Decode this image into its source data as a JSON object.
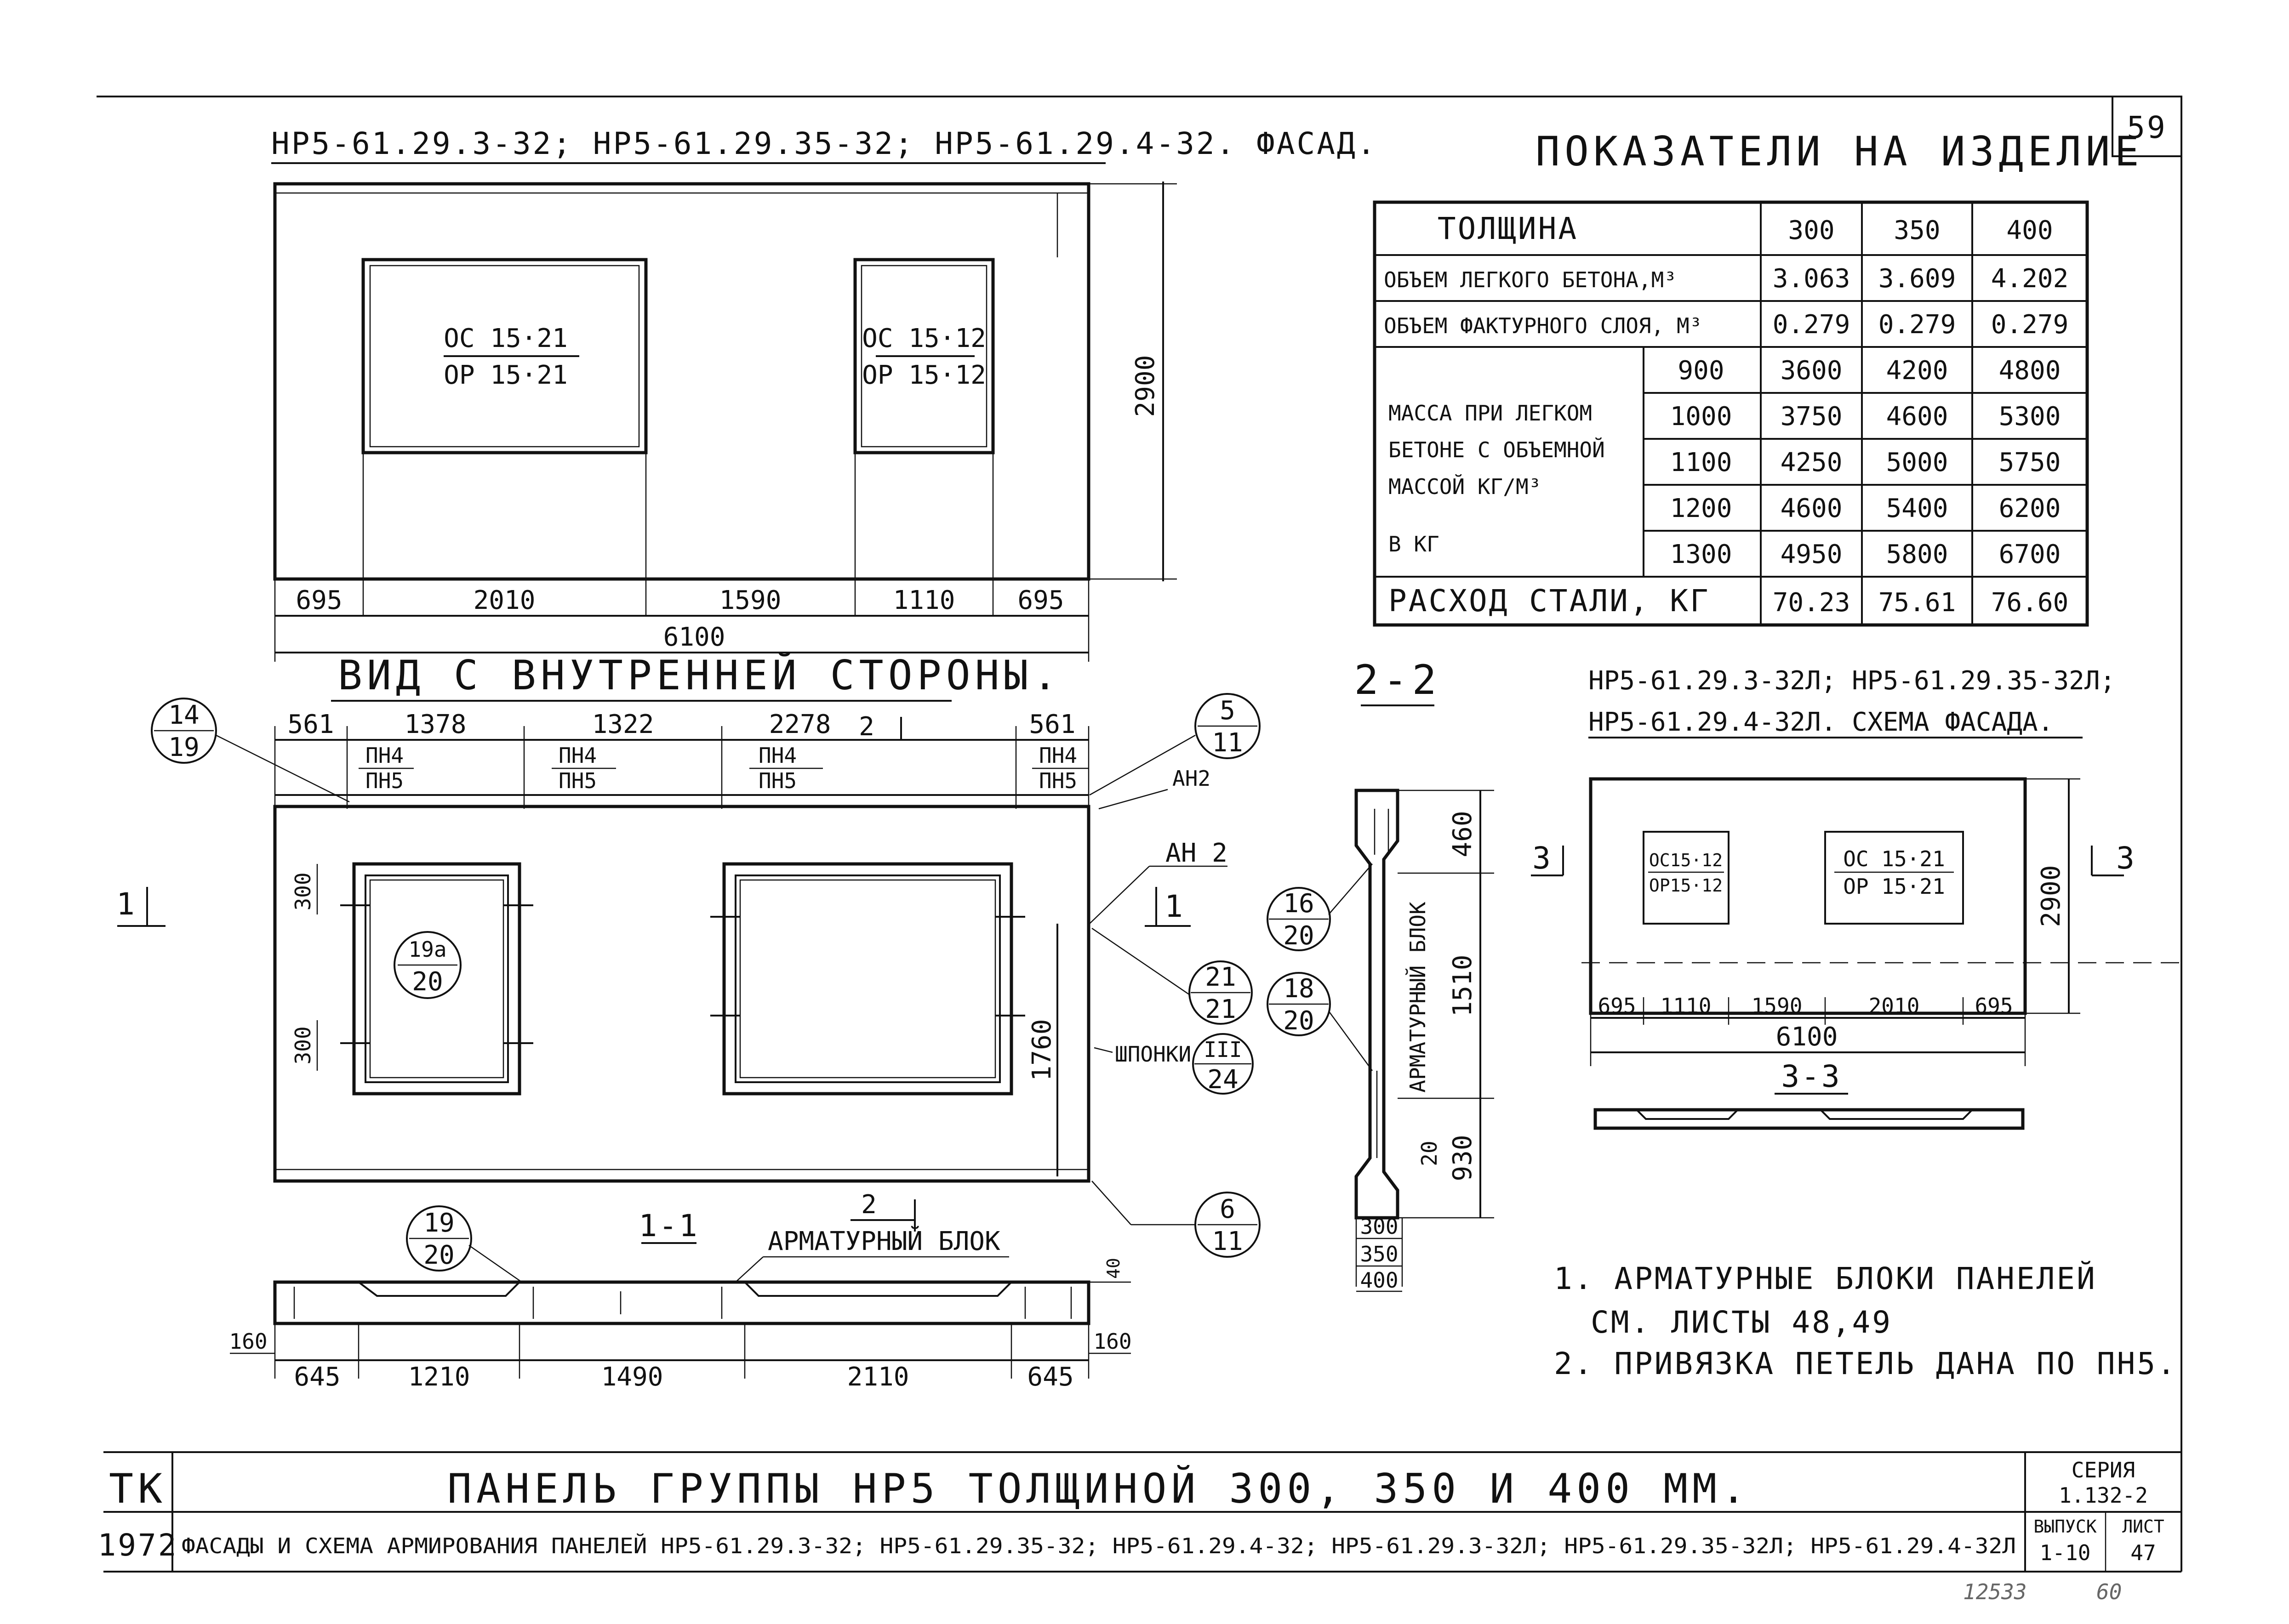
{
  "sheet_number": "59",
  "facade": {
    "title": "НР5-61.29.3-32; НР5-61.29.35-32; НР5-61.29.4-32. ФАСАД.",
    "window_left_top": "ОС 15·21",
    "window_left_bottom": "ОР 15·21",
    "window_right_top": "ОС 15·12",
    "window_right_bottom": "ОР 15·12",
    "height_dim": "2900",
    "dims": [
      "695",
      "2010",
      "1590",
      "1110",
      "695"
    ],
    "total_dim": "6100"
  },
  "indicators": {
    "title": "ПОКАЗАТЕЛИ НА ИЗДЕЛИЕ",
    "thickness_label": "ТОЛЩИНА",
    "thicknesses": [
      "300",
      "350",
      "400"
    ],
    "volume_light_label": "ОБЪЕМ ЛЕГКОГО БЕТОНА,М³",
    "volume_light": [
      "3.063",
      "3.609",
      "4.202"
    ],
    "volume_face_label": "ОБЪЕМ ФАКТУРНОГО СЛОЯ, М³",
    "volume_face": [
      "0.279",
      "0.279",
      "0.279"
    ],
    "mass_label_lines": [
      "МАССА ПРИ ЛЕГКОМ",
      "БЕТОНЕ С ОБЪЕМНОЙ",
      "МАССОЙ КГ/М³",
      "В КГ"
    ],
    "mass_rows": [
      {
        "density": "900",
        "values": [
          "3600",
          "4200",
          "4800"
        ]
      },
      {
        "density": "1000",
        "values": [
          "3750",
          "4600",
          "5300"
        ]
      },
      {
        "density": "1100",
        "values": [
          "4250",
          "5000",
          "5750"
        ]
      },
      {
        "density": "1200",
        "values": [
          "4600",
          "5400",
          "6200"
        ]
      },
      {
        "density": "1300",
        "values": [
          "4950",
          "5800",
          "6700"
        ]
      }
    ],
    "steel_label": "РАСХОД СТАЛИ, КГ",
    "steel": [
      "70.23",
      "75.61",
      "76.60"
    ]
  },
  "inner_view": {
    "title": "ВИД С ВНУТРЕННЕЙ СТОРОНЫ.",
    "top_dims": [
      "561",
      "1378",
      "1322",
      "2278",
      "561"
    ],
    "section_mark": "2",
    "loops": [
      "ПН4",
      "ПН5"
    ],
    "callout_14_19": [
      "14",
      "19"
    ],
    "callout_5_11": [
      "5",
      "11"
    ],
    "callout_19a_20": [
      "19а",
      "20"
    ],
    "callout_21_21": [
      "21",
      "21"
    ],
    "callout_24": [
      "III",
      "24"
    ],
    "callout_6_11": [
      "6",
      "11"
    ],
    "label_an2_a": "АН2",
    "label_an2_b": "АН 2",
    "label_shponki": "ШПОНКИ",
    "section_1": "1",
    "dim_300a": "300",
    "dim_300b": "300",
    "dim_1760": "1760"
  },
  "section_11": {
    "title": "1-1",
    "callout": [
      "19",
      "20"
    ],
    "section_mark": "2",
    "arm_label": "АРМАТУРНЫЙ БЛОК",
    "dims": [
      "645",
      "1210",
      "1490",
      "2110",
      "645"
    ],
    "left_dim": "160",
    "right_dim": "160",
    "top_dim": "40"
  },
  "section_22": {
    "title": "2-2",
    "callout_16_20": [
      "16",
      "20"
    ],
    "callout_18_20": [
      "18",
      "20"
    ],
    "arm_label": "АРМАТУРНЫЙ БЛОК",
    "dims": [
      "460",
      "1510",
      "930"
    ],
    "dim_20": "20",
    "thickness_dims": [
      "300",
      "350",
      "400"
    ]
  },
  "scheme": {
    "title_line1": "НР5-61.29.3-32Л; НР5-61.29.35-32Л;",
    "title_line2": "НР5-61.29.4-32Л. СХЕМА ФАСАДА.",
    "win_left_top": "ОС15·12",
    "win_left_bottom": "ОР15·12",
    "win_right_top": "ОС 15·21",
    "win_right_bottom": "ОР 15·21",
    "height_dim": "2900",
    "dims": [
      "695",
      "1110",
      "1590",
      "2010",
      "695"
    ],
    "total_dim": "6100",
    "section_label": "3-3",
    "mark_left": "3",
    "mark_right": "3"
  },
  "notes": {
    "line1": "1. АРМАТУРНЫЕ БЛОКИ ПАНЕЛЕЙ",
    "line1b": "СМ. ЛИСТЫ  48,49",
    "line2": "2. ПРИВЯЗКА ПЕТЕЛЬ ДАНА ПО ПН5."
  },
  "title_block": {
    "org": "ТК",
    "year": "1972",
    "title": "ПАНЕЛЬ ГРУППЫ НР5  ТОЛЩИНОЙ 300, 350 И 400 ММ.",
    "subtitle": "ФАСАДЫ И СХЕМА АРМИРОВАНИЯ ПАНЕЛЕЙ НР5-61.29.3-32;  НР5-61.29.35-32; НР5-61.29.4-32; НР5-61.29.3-32Л; НР5-61.29.35-32Л; НР5-61.29.4-32Л",
    "series_label": "СЕРИЯ",
    "series_value": "1.132-2",
    "issue_label": "ВЫПУСК",
    "issue_value": "1-10",
    "sheet_label": "ЛИСТ",
    "sheet_value": "47"
  },
  "footer_marks": [
    "12533",
    "60"
  ]
}
